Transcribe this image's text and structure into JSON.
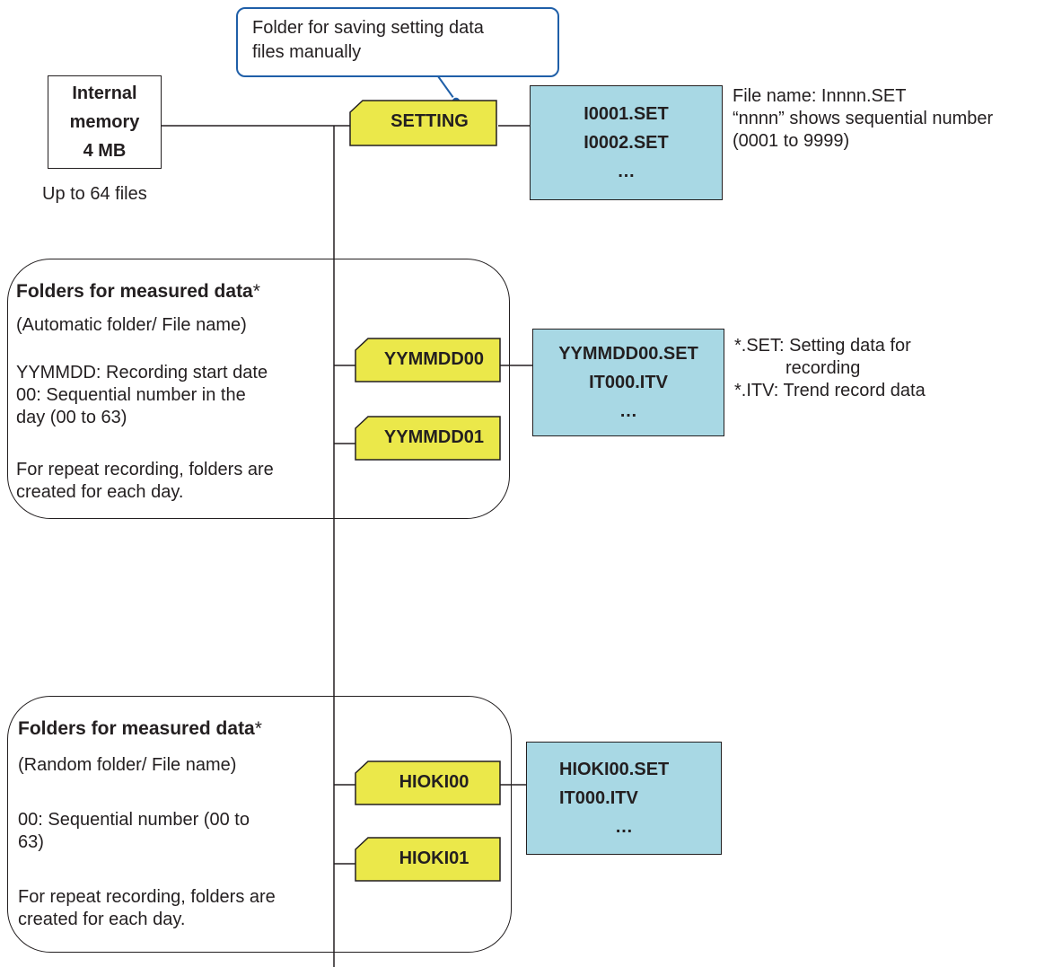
{
  "memory": {
    "line1": "Internal",
    "line2": "memory",
    "line3": "4 MB",
    "note": "Up to 64 files"
  },
  "callout": {
    "line1": "Folder for saving setting data",
    "line2": "files manually"
  },
  "setting_folder": {
    "label": "SETTING"
  },
  "setting_files": {
    "line1": "I0001.SET",
    "line2": "I0002.SET",
    "line3": "…"
  },
  "setting_note": {
    "line1": "File name: Innnn.SET",
    "line2": "“nnnn” shows sequential number",
    "line3": "(0001 to 9999)"
  },
  "auto_panel": {
    "title": "Folders for measured data",
    "asterisk": "*",
    "subtitle": "(Automatic folder/ File name)",
    "desc1": "YYMMDD: Recording start date",
    "desc2": "00: Sequential number in the",
    "desc3": "day (00 to 63)",
    "desc4": "For repeat recording, folders are",
    "desc5": "created for each day.",
    "folder1": "YYMMDD00",
    "folder2": "YYMMDD01",
    "files": {
      "line1": "YYMMDD00.SET",
      "line2": "IT000.ITV",
      "line3": "…"
    },
    "note1": "*.SET: Setting data for",
    "note2": "recording",
    "note3": "*.ITV: Trend record data"
  },
  "random_panel": {
    "title": "Folders for measured data",
    "asterisk": "*",
    "subtitle": "(Random folder/ File name)",
    "desc1": "00: Sequential number (00 to",
    "desc2": "63)",
    "desc3": "For repeat recording, folders are",
    "desc4": "created for each day.",
    "folder1": "HIOKI00",
    "folder2": "HIOKI01",
    "files": {
      "line1": "HIOKI00.SET",
      "line2": "IT000.ITV",
      "line3": "…"
    }
  },
  "colors": {
    "folder_fill": "#ebe84a",
    "file_fill": "#a8d8e4",
    "callout_border": "#1f5fa8",
    "line": "#231f20"
  }
}
